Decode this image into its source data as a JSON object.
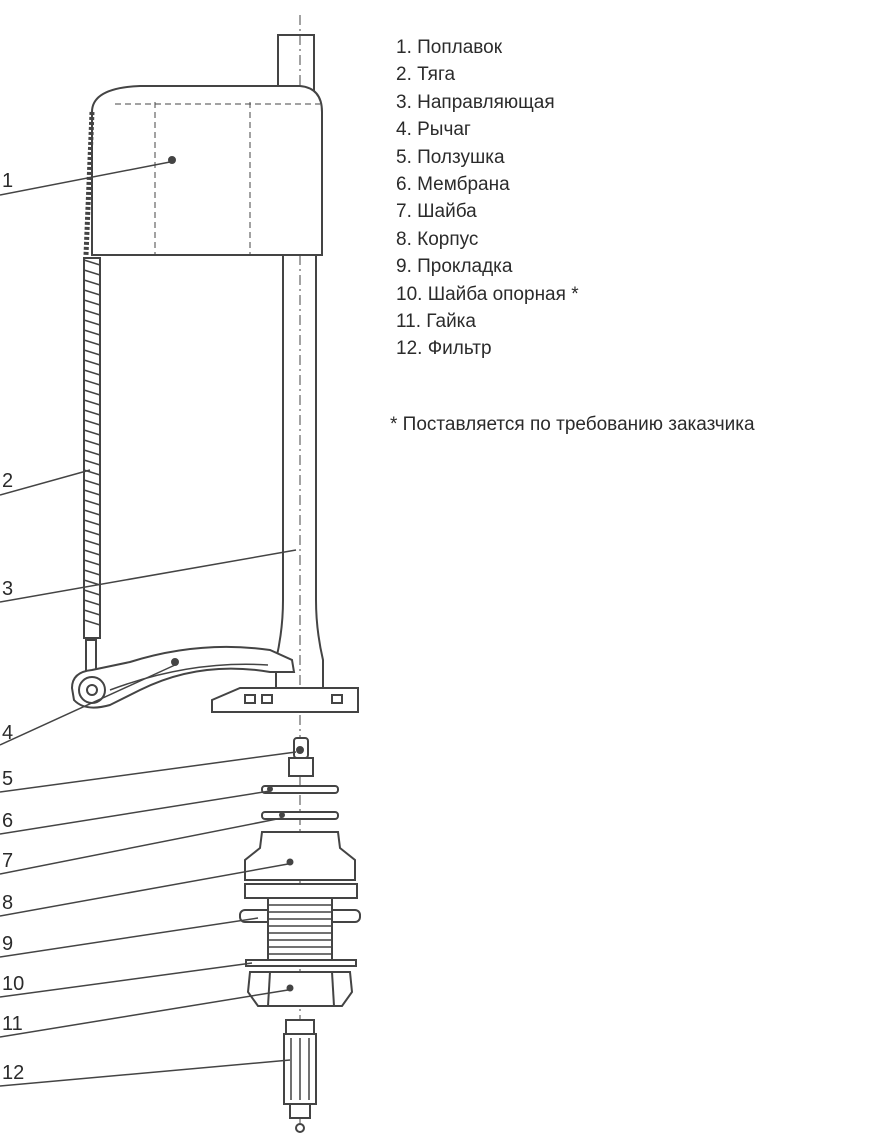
{
  "legend": [
    {
      "num": "1",
      "label": "1. Поплавок"
    },
    {
      "num": "2",
      "label": "2. Тяга"
    },
    {
      "num": "3",
      "label": "3. Направляющая"
    },
    {
      "num": "4",
      "label": "4. Рычаг"
    },
    {
      "num": "5",
      "label": "5. Ползушка"
    },
    {
      "num": "6",
      "label": "6. Мембрана"
    },
    {
      "num": "7",
      "label": "7. Шайба"
    },
    {
      "num": "8",
      "label": "8. Корпус"
    },
    {
      "num": "9",
      "label": "9. Прокладка"
    },
    {
      "num": "10",
      "label": "10. Шайба опорная *"
    },
    {
      "num": "11",
      "label": "11. Гайка"
    },
    {
      "num": "12",
      "label": "12. Фильтр"
    }
  ],
  "footnote": "* Поставляется по требованию заказчика",
  "callouts": [
    "1",
    "2",
    "3",
    "4",
    "5",
    "6",
    "7",
    "8",
    "9",
    "10",
    "11",
    "12"
  ],
  "colors": {
    "line": "#444444",
    "fill": "#ffffff",
    "shade": "#d9d9d9",
    "text": "#2b2b2b"
  }
}
